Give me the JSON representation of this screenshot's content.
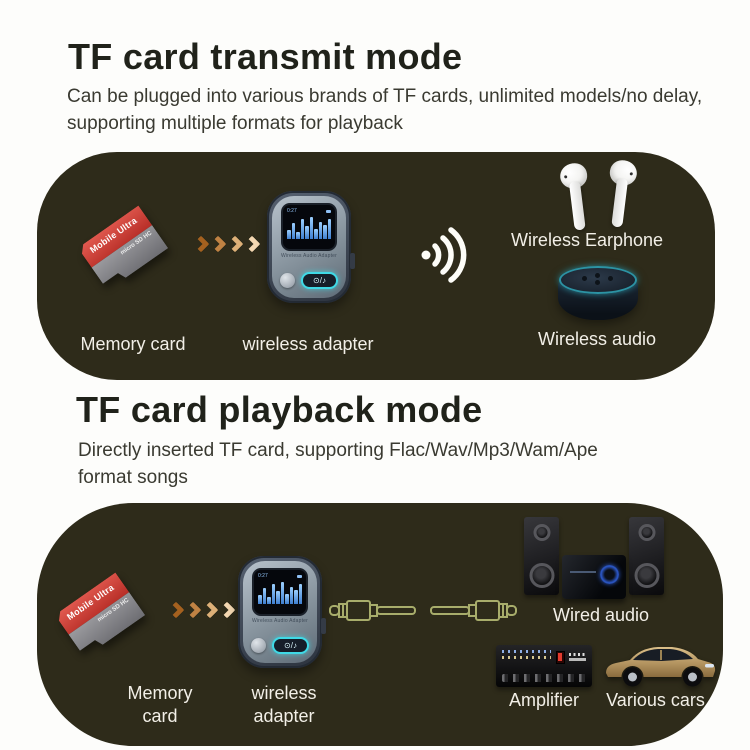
{
  "colors": {
    "panel_bg": "#2e2b1a",
    "title_text": "#20221a",
    "subtitle_text": "#3a3a31",
    "panel_label_text": "#f2efe7",
    "arrow_gradient_start": "#a5611f",
    "arrow_gradient_end": "#f4d8b2",
    "card_red": "#c23a30",
    "card_gray": "#85858a",
    "screen_bars_blue": "#5b9fe8",
    "button_ring_cyan": "#3fd9e6",
    "echo_ring_teal": "#2c93a4",
    "cable_line_olive": "#a8ad6b",
    "car_gold": "#c2a36b"
  },
  "section1": {
    "title": "TF card transmit mode",
    "subtitle": "Can be plugged into various brands of TF cards, unlimited models/no delay, supporting multiple formats for playback",
    "labels": {
      "memory_card": "Memory card",
      "wireless_adapter": "wireless adapter",
      "wireless_earphone": "Wireless Earphone",
      "wireless_audio": "Wireless audio"
    }
  },
  "section2": {
    "title": "TF card playback mode",
    "subtitle": "Directly inserted TF card, supporting Flac/Wav/Mp3/Wam/Ape format songs",
    "labels": {
      "memory_card": "Memory card",
      "wireless_adapter": "wireless adapter",
      "wired_audio": "Wired audio",
      "amplifier": "Amplifier",
      "various_cars": "Various cars"
    }
  },
  "devices": {
    "memory_card": {
      "brand": "Mobile Ultra",
      "type": "micro SD HC"
    },
    "adapter": {
      "screen_time": "0:27",
      "label": "Wireless Audio Adapter",
      "button_icon": "⊙/♪"
    }
  }
}
